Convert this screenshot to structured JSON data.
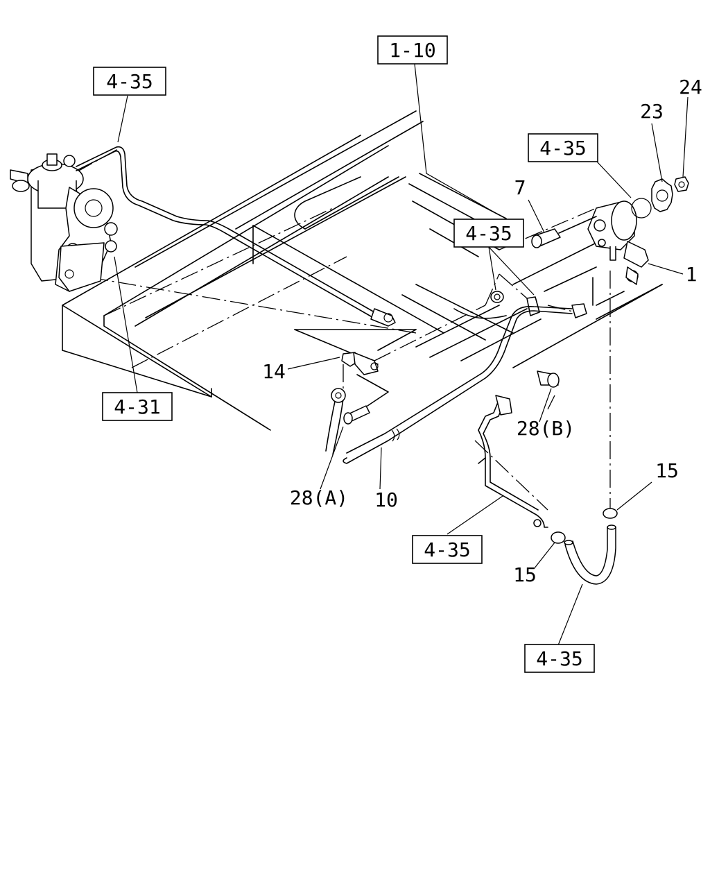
{
  "references": {
    "ref_1_10": "1-10",
    "ref_4_35_top_left": "4-35",
    "ref_4_35_top_right": "4-35",
    "ref_4_35_middle": "4-35",
    "ref_4_31": "4-31",
    "ref_4_35_lower_mid": "4-35",
    "ref_4_35_bottom": "4-35"
  },
  "callouts": {
    "part_1": "1",
    "part_7": "7",
    "part_10": "10",
    "part_14": "14",
    "part_15_upper": "15",
    "part_15_lower": "15",
    "part_23": "23",
    "part_24": "24",
    "part_28a": "28(A)",
    "part_28b": "28(B)"
  }
}
